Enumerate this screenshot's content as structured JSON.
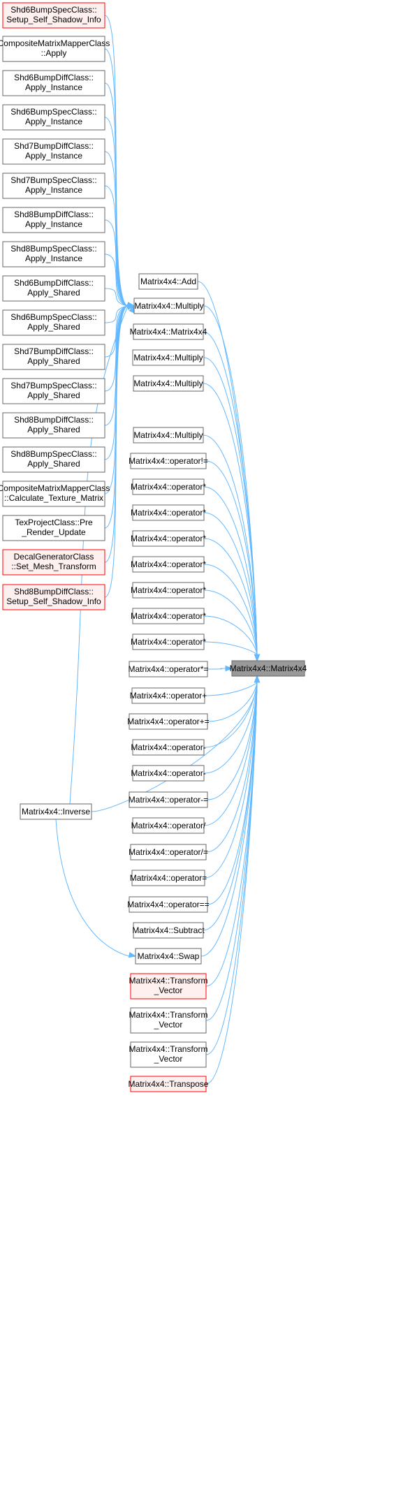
{
  "colors": {
    "edge": "#63b8ff",
    "node_border": "#666666",
    "node_fill": "#ffffff",
    "highlight_border": "#ff0000",
    "highlight_fill": "#fff0f0",
    "target_fill": "#999999"
  },
  "target": {
    "id": "target",
    "lines": [
      "Matrix4x4::Matrix4x4"
    ]
  },
  "hub": {
    "id": "hub",
    "lines": [
      "Matrix4x4::Multiply"
    ]
  },
  "left_callers": [
    {
      "id": "l0",
      "lines": [
        "Shd6BumpSpecClass::",
        "Setup_Self_Shadow_Info"
      ],
      "style": "red"
    },
    {
      "id": "l1",
      "lines": [
        "CompositeMatrixMapperClass",
        "::Apply"
      ],
      "style": "normal"
    },
    {
      "id": "l2",
      "lines": [
        "Shd6BumpDiffClass::",
        "Apply_Instance"
      ],
      "style": "normal"
    },
    {
      "id": "l3",
      "lines": [
        "Shd6BumpSpecClass::",
        "Apply_Instance"
      ],
      "style": "normal"
    },
    {
      "id": "l4",
      "lines": [
        "Shd7BumpDiffClass::",
        "Apply_Instance"
      ],
      "style": "normal"
    },
    {
      "id": "l5",
      "lines": [
        "Shd7BumpSpecClass::",
        "Apply_Instance"
      ],
      "style": "normal"
    },
    {
      "id": "l6",
      "lines": [
        "Shd8BumpDiffClass::",
        "Apply_Instance"
      ],
      "style": "normal"
    },
    {
      "id": "l7",
      "lines": [
        "Shd8BumpSpecClass::",
        "Apply_Instance"
      ],
      "style": "normal"
    },
    {
      "id": "l8",
      "lines": [
        "Shd6BumpDiffClass::",
        "Apply_Shared"
      ],
      "style": "normal"
    },
    {
      "id": "l9",
      "lines": [
        "Shd6BumpSpecClass::",
        "Apply_Shared"
      ],
      "style": "normal"
    },
    {
      "id": "l10",
      "lines": [
        "Shd7BumpDiffClass::",
        "Apply_Shared"
      ],
      "style": "normal"
    },
    {
      "id": "l11",
      "lines": [
        "Shd7BumpSpecClass::",
        "Apply_Shared"
      ],
      "style": "normal"
    },
    {
      "id": "l12",
      "lines": [
        "Shd8BumpDiffClass::",
        "Apply_Shared"
      ],
      "style": "normal"
    },
    {
      "id": "l13",
      "lines": [
        "Shd8BumpSpecClass::",
        "Apply_Shared"
      ],
      "style": "normal"
    },
    {
      "id": "l14",
      "lines": [
        "CompositeMatrixMapperClass",
        "::Calculate_Texture_Matrix"
      ],
      "style": "normal"
    },
    {
      "id": "l15",
      "lines": [
        "TexProjectClass::Pre",
        "_Render_Update"
      ],
      "style": "normal"
    },
    {
      "id": "l16",
      "lines": [
        "DecalGeneratorClass",
        "::Set_Mesh_Transform"
      ],
      "style": "red"
    },
    {
      "id": "l17",
      "lines": [
        "Shd8BumpDiffClass::",
        "Setup_Self_Shadow_Info"
      ],
      "style": "red"
    }
  ],
  "inverse": {
    "id": "inv",
    "lines": [
      "Matrix4x4::Inverse"
    ]
  },
  "middle_callers": [
    {
      "id": "m0",
      "lines": [
        "Matrix4x4::Add"
      ],
      "style": "normal"
    },
    {
      "id": "m1",
      "lines": [
        "Matrix4x4::Matrix4x4"
      ],
      "style": "normal"
    },
    {
      "id": "m2",
      "lines": [
        "Matrix4x4::Multiply"
      ],
      "style": "normal"
    },
    {
      "id": "m3",
      "lines": [
        "Matrix4x4::Multiply"
      ],
      "style": "normal"
    },
    {
      "id": "m4",
      "lines": [
        "Matrix4x4::Multiply"
      ],
      "style": "normal"
    },
    {
      "id": "m5",
      "lines": [
        "Matrix4x4::operator!="
      ],
      "style": "normal"
    },
    {
      "id": "m6",
      "lines": [
        "Matrix4x4::operator*"
      ],
      "style": "normal"
    },
    {
      "id": "m7",
      "lines": [
        "Matrix4x4::operator*"
      ],
      "style": "normal"
    },
    {
      "id": "m8",
      "lines": [
        "Matrix4x4::operator*"
      ],
      "style": "normal"
    },
    {
      "id": "m9",
      "lines": [
        "Matrix4x4::operator*"
      ],
      "style": "normal"
    },
    {
      "id": "m10",
      "lines": [
        "Matrix4x4::operator*"
      ],
      "style": "normal"
    },
    {
      "id": "m11",
      "lines": [
        "Matrix4x4::operator*"
      ],
      "style": "normal"
    },
    {
      "id": "m12",
      "lines": [
        "Matrix4x4::operator*"
      ],
      "style": "normal"
    },
    {
      "id": "m13",
      "lines": [
        "Matrix4x4::operator*="
      ],
      "style": "normal"
    },
    {
      "id": "m14",
      "lines": [
        "Matrix4x4::operator+"
      ],
      "style": "normal"
    },
    {
      "id": "m15",
      "lines": [
        "Matrix4x4::operator+="
      ],
      "style": "normal"
    },
    {
      "id": "m16",
      "lines": [
        "Matrix4x4::operator-"
      ],
      "style": "normal"
    },
    {
      "id": "m17",
      "lines": [
        "Matrix4x4::operator-"
      ],
      "style": "normal"
    },
    {
      "id": "m18",
      "lines": [
        "Matrix4x4::operator-="
      ],
      "style": "normal"
    },
    {
      "id": "m19",
      "lines": [
        "Matrix4x4::operator/"
      ],
      "style": "normal"
    },
    {
      "id": "m20",
      "lines": [
        "Matrix4x4::operator/="
      ],
      "style": "normal"
    },
    {
      "id": "m21",
      "lines": [
        "Matrix4x4::operator="
      ],
      "style": "normal"
    },
    {
      "id": "m22",
      "lines": [
        "Matrix4x4::operator=="
      ],
      "style": "normal"
    },
    {
      "id": "m23",
      "lines": [
        "Matrix4x4::Subtract"
      ],
      "style": "normal"
    },
    {
      "id": "m24",
      "lines": [
        "Matrix4x4::Swap"
      ],
      "style": "normal"
    },
    {
      "id": "m25",
      "lines": [
        "Matrix4x4::Transform",
        "_Vector"
      ],
      "style": "red"
    },
    {
      "id": "m26",
      "lines": [
        "Matrix4x4::Transform",
        "_Vector"
      ],
      "style": "normal"
    },
    {
      "id": "m27",
      "lines": [
        "Matrix4x4::Transform",
        "_Vector"
      ],
      "style": "normal"
    },
    {
      "id": "m28",
      "lines": [
        "Matrix4x4::Transpose"
      ],
      "style": "red"
    }
  ],
  "edges": [
    [
      "l0",
      "hub"
    ],
    [
      "l1",
      "hub"
    ],
    [
      "l2",
      "hub"
    ],
    [
      "l3",
      "hub"
    ],
    [
      "l4",
      "hub"
    ],
    [
      "l5",
      "hub"
    ],
    [
      "l6",
      "hub"
    ],
    [
      "l7",
      "hub"
    ],
    [
      "l8",
      "hub"
    ],
    [
      "l9",
      "hub"
    ],
    [
      "l10",
      "hub"
    ],
    [
      "l11",
      "hub"
    ],
    [
      "l12",
      "hub"
    ],
    [
      "l13",
      "hub"
    ],
    [
      "l14",
      "hub"
    ],
    [
      "l15",
      "hub"
    ],
    [
      "l16",
      "hub"
    ],
    [
      "l17",
      "hub"
    ],
    [
      "inv",
      "m24"
    ],
    [
      "inv",
      "hub"
    ],
    [
      "m0",
      "target"
    ],
    [
      "hub",
      "target"
    ],
    [
      "m1",
      "target"
    ],
    [
      "m2",
      "target"
    ],
    [
      "m3",
      "target"
    ],
    [
      "inv",
      "target"
    ],
    [
      "m4",
      "target"
    ],
    [
      "m5",
      "target"
    ],
    [
      "m6",
      "target"
    ],
    [
      "m7",
      "target"
    ],
    [
      "m8",
      "target"
    ],
    [
      "m9",
      "target"
    ],
    [
      "m10",
      "target"
    ],
    [
      "m11",
      "target"
    ],
    [
      "m12",
      "target"
    ],
    [
      "m13",
      "target"
    ],
    [
      "m14",
      "target"
    ],
    [
      "m15",
      "target"
    ],
    [
      "m16",
      "target"
    ],
    [
      "m17",
      "target"
    ],
    [
      "m18",
      "target"
    ],
    [
      "m19",
      "target"
    ],
    [
      "m20",
      "target"
    ],
    [
      "m21",
      "target"
    ],
    [
      "m22",
      "target"
    ],
    [
      "m23",
      "target"
    ],
    [
      "m24",
      "target"
    ],
    [
      "m25",
      "target"
    ],
    [
      "m26",
      "target"
    ],
    [
      "m27",
      "target"
    ],
    [
      "m28",
      "target"
    ]
  ]
}
